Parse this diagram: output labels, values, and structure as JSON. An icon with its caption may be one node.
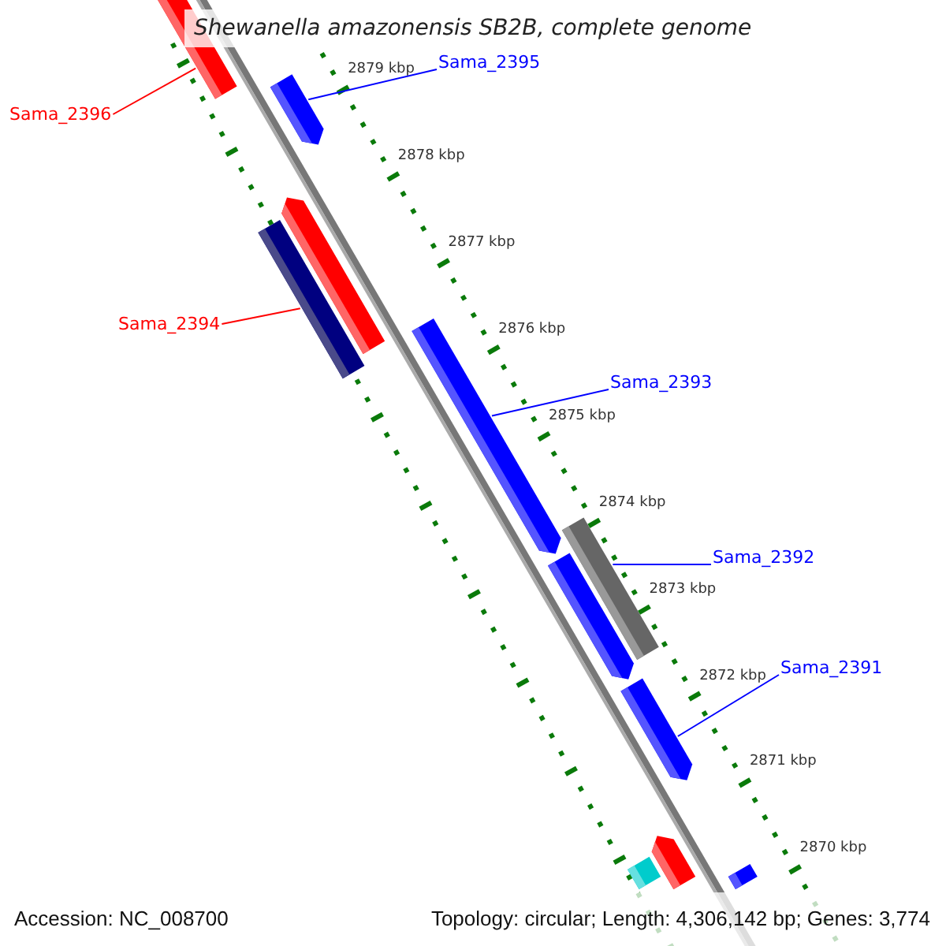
{
  "diagram": {
    "title": "Shewanella amazonensis SB2B, complete genome",
    "nodes": [
      {
        "text": [
          "Sama_2395"
        ]
      },
      {
        "text": [
          "Sama_2396"
        ]
      },
      {
        "text": [
          "Sama_2394"
        ]
      },
      {
        "text": [
          "Sama_2393"
        ]
      },
      {
        "text": [
          "Sama_2392"
        ]
      },
      {
        "text": [
          "Sama_2391"
        ]
      },
      {
        "text": [],
        "shape": "bar"
      },
      {
        "text": [],
        "shape": "bar"
      },
      {
        "text": [],
        "shape": "bar"
      },
      {
        "text": [],
        "shape": "bar"
      },
      {
        "text": [],
        "shape": "bar"
      },
      {
        "text": [],
        "shape": "bar"
      },
      {
        "text": [],
        "shape": "bar"
      },
      {
        "text": [],
        "shape": "bar"
      },
      {
        "text": [],
        "shape": "bar"
      },
      {
        "text": [],
        "shape": "bar"
      },
      {
        "text": [],
        "shape": "bar"
      }
    ],
    "edges": [
      {
        "from": 0,
        "to": 7,
        "arrow": "none"
      },
      {
        "from": 1,
        "to": 6,
        "arrow": "none",
        "color": "#ff0000"
      },
      {
        "from": 2,
        "to": 9,
        "arrow": "none",
        "color": "#ff0000"
      },
      {
        "from": 3,
        "to": 10,
        "arrow": "none"
      },
      {
        "from": 4,
        "to": 11,
        "arrow": "none"
      },
      {
        "from": 5,
        "to": 13,
        "arrow": "none"
      }
    ],
    "labels": [
      "2879 kbp",
      "2878 kbp",
      "2877 kbp",
      "2876 kbp",
      "2875 kbp",
      "2874 kbp",
      "2873 kbp",
      "2872 kbp",
      "2871 kbp",
      "2870 kbp",
      "Accession: NC_008700",
      "Topology: circular; Length: 4,306,142 bp; Genes: 3,774"
    ]
  }
}
